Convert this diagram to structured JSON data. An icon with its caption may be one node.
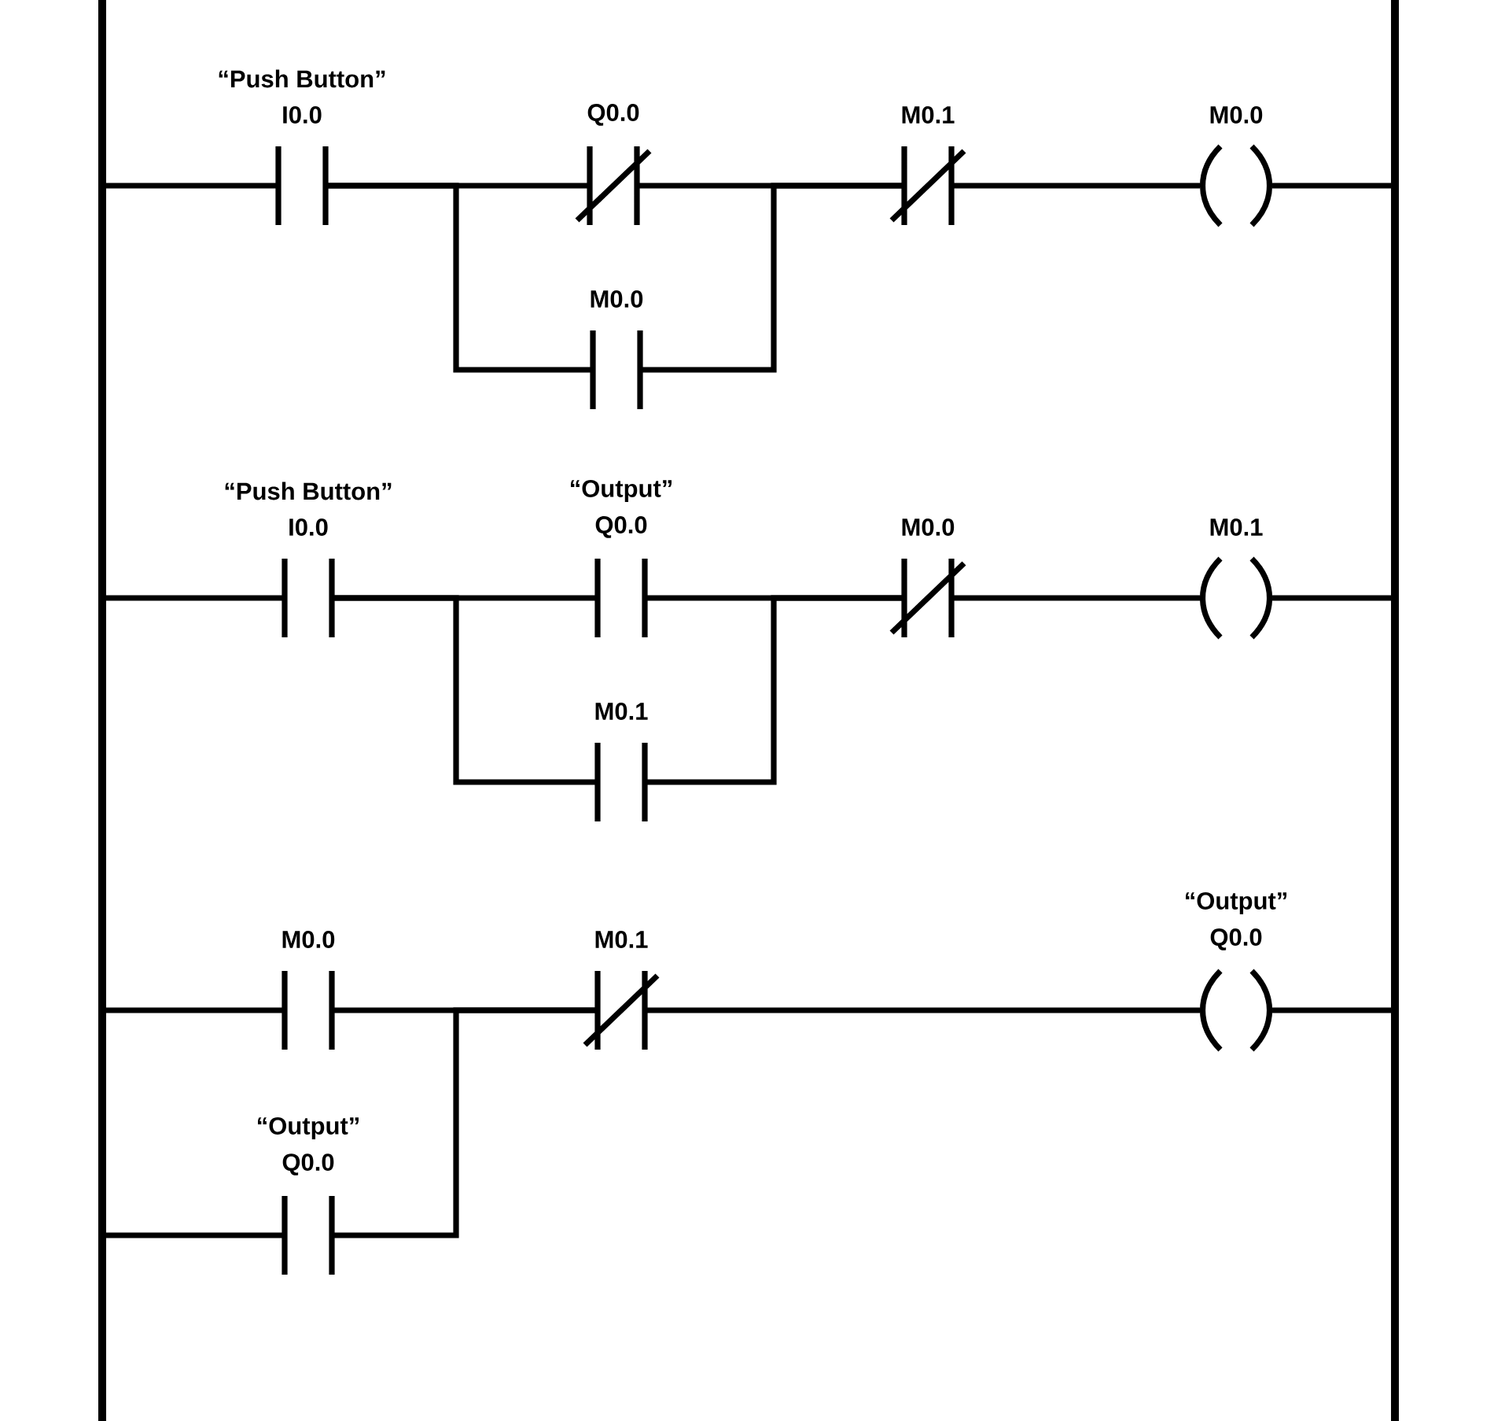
{
  "diagram": {
    "nodes": [
      {
        "text": [],
        "shape": "bar"
      },
      {
        "text": [],
        "shape": "bar"
      },
      {
        "text": [
          "“Push Button”",
          "I0.0"
        ]
      },
      {
        "text": [
          "Q0.0"
        ]
      },
      {
        "text": [
          "M0.0"
        ]
      },
      {
        "text": [
          "M0.1"
        ]
      },
      {
        "text": [
          "M0.0"
        ]
      },
      {
        "text": [
          "“Push Button”",
          "I0.0"
        ]
      },
      {
        "text": [
          "“Output”",
          "Q0.0"
        ]
      },
      {
        "text": [
          "M0.1"
        ]
      },
      {
        "text": [
          "M0.0"
        ]
      },
      {
        "text": [
          "M0.1"
        ]
      },
      {
        "text": [
          "M0.0"
        ]
      },
      {
        "text": [
          "“Output”",
          "Q0.0"
        ]
      },
      {
        "text": [
          "M0.1"
        ]
      },
      {
        "text": [
          "“Output”",
          "Q0.0"
        ]
      }
    ],
    "edges": [
      {
        "from": 0,
        "to": 2,
        "arrow": "none"
      },
      {
        "from": 2,
        "to": 3,
        "arrow": "none"
      },
      {
        "from": 2,
        "to": 4,
        "arrow": "none"
      },
      {
        "from": 3,
        "to": 5,
        "arrow": "none"
      },
      {
        "from": 4,
        "to": 5,
        "arrow": "none"
      },
      {
        "from": 5,
        "to": 6,
        "arrow": "none"
      },
      {
        "from": 6,
        "to": 1,
        "arrow": "none"
      },
      {
        "from": 0,
        "to": 7,
        "arrow": "none"
      },
      {
        "from": 7,
        "to": 8,
        "arrow": "none"
      },
      {
        "from": 7,
        "to": 9,
        "arrow": "none"
      },
      {
        "from": 8,
        "to": 10,
        "arrow": "none"
      },
      {
        "from": 9,
        "to": 10,
        "arrow": "none"
      },
      {
        "from": 10,
        "to": 11,
        "arrow": "none"
      },
      {
        "from": 11,
        "to": 1,
        "arrow": "none"
      },
      {
        "from": 0,
        "to": 12,
        "arrow": "none"
      },
      {
        "from": 0,
        "to": 13,
        "arrow": "none"
      },
      {
        "from": 12,
        "to": 14,
        "arrow": "none"
      },
      {
        "from": 13,
        "to": 14,
        "arrow": "none"
      },
      {
        "from": 14,
        "to": 15,
        "arrow": "none"
      },
      {
        "from": 15,
        "to": 1,
        "arrow": "none"
      }
    ]
  }
}
